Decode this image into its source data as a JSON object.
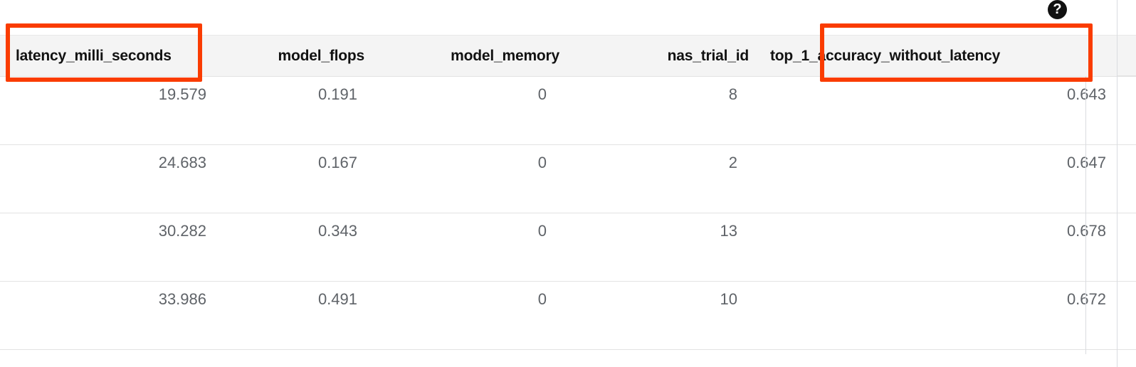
{
  "header_bar": {
    "help_icon": "help-circle-icon"
  },
  "table": {
    "columns": [
      {
        "key": "latency_milli_seconds",
        "label": "latency_milli_seconds",
        "align": "left",
        "highlighted": true
      },
      {
        "key": "model_flops",
        "label": "model_flops",
        "align": "right",
        "highlighted": false
      },
      {
        "key": "model_memory",
        "label": "model_memory",
        "align": "right",
        "highlighted": false
      },
      {
        "key": "nas_trial_id",
        "label": "nas_trial_id",
        "align": "right",
        "highlighted": false
      },
      {
        "key": "top_1_accuracy_without_latency",
        "label": "top_1_accuracy_without_latency",
        "align": "left",
        "highlighted": true
      }
    ],
    "rows": [
      {
        "latency_milli_seconds": "19.579",
        "model_flops": "0.191",
        "model_memory": "0",
        "nas_trial_id": "8",
        "top_1_accuracy_without_latency": "0.643"
      },
      {
        "latency_milli_seconds": "24.683",
        "model_flops": "0.167",
        "model_memory": "0",
        "nas_trial_id": "2",
        "top_1_accuracy_without_latency": "0.647"
      },
      {
        "latency_milli_seconds": "30.282",
        "model_flops": "0.343",
        "model_memory": "0",
        "nas_trial_id": "13",
        "top_1_accuracy_without_latency": "0.678"
      },
      {
        "latency_milli_seconds": "33.986",
        "model_flops": "0.491",
        "model_memory": "0",
        "nas_trial_id": "10",
        "top_1_accuracy_without_latency": "0.672"
      }
    ]
  },
  "annotations": {
    "color": "#fa3c00",
    "boxes": [
      {
        "target": "latency_milli_seconds-header"
      },
      {
        "target": "top_1_accuracy_without_latency-header"
      }
    ]
  },
  "colors": {
    "header_background": "#f4f4f4",
    "header_text": "#121212",
    "cell_text": "#5f6368",
    "grid_line": "#e3e3e3",
    "annotation_red": "#fa3c00",
    "help_icon_background": "#111111"
  }
}
